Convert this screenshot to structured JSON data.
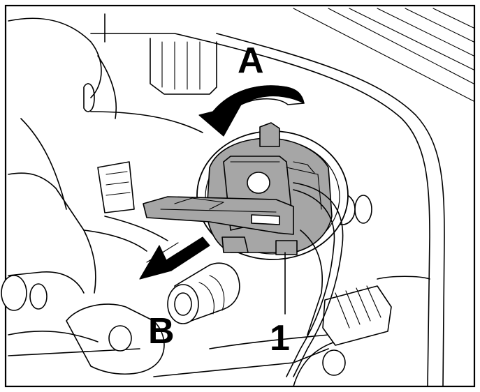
{
  "labels": {
    "a": "A",
    "b": "B",
    "one": "1"
  },
  "colors": {
    "line": "#000000",
    "background": "#ffffff",
    "part_fill": "#a6a6a6"
  }
}
